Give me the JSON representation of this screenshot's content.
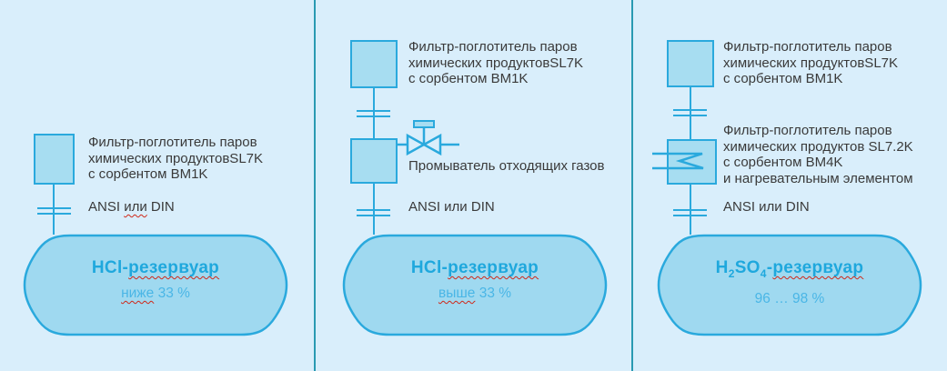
{
  "colors": {
    "background": "#d9eefb",
    "shape_outline": "#2aa9dd",
    "shape_fill": "#a7ddf1",
    "tank_fill": "#9fd9f0",
    "divider": "#2a9ab2",
    "label_text": "#3a3a3a",
    "tank_title_text": "#1fa8dd",
    "tank_subtitle_text": "#4ab6e6",
    "spellcheck_underline": "#d02718"
  },
  "panels": [
    {
      "filter_top_label": [
        "Фильтр-поглотитель паров",
        "химических продуктовSL7K",
        "с сорбентом BM1K"
      ],
      "flange_label": [
        {
          "t": "ANSI "
        },
        {
          "t": "или",
          "wavy": true
        },
        {
          "t": " DIN"
        }
      ],
      "tank": {
        "title": [
          {
            "t": "HCl-"
          },
          {
            "t": "резервуар",
            "wavy": true
          }
        ],
        "subtitle": [
          {
            "t": "ниже",
            "wavy": true
          },
          {
            "t": " 33 %"
          }
        ]
      }
    },
    {
      "filter_top_label": [
        "Фильтр-поглотитель паров",
        "химических продуктовSL7K",
        "с сорбентом BM1K"
      ],
      "scrubber_label": "Промыватель отходящих газов",
      "flange_label": [
        {
          "t": "ANSI или DIN"
        }
      ],
      "tank": {
        "title": [
          {
            "t": "HCl-"
          },
          {
            "t": "резервуар",
            "wavy": true
          }
        ],
        "subtitle": [
          {
            "t": "выше",
            "wavy": true
          },
          {
            "t": " 33 %"
          }
        ]
      }
    },
    {
      "filter_top_label": [
        "Фильтр-поглотитель паров",
        "химических продуктовSL7K",
        "с сорбентом BM1K"
      ],
      "filter_heated_label": [
        "Фильтр-поглотитель паров",
        "химических продуктов SL7.2K",
        "с сорбентом BM4K",
        "и нагревательным элементом"
      ],
      "flange_label": [
        {
          "t": "ANSI или DIN"
        }
      ],
      "tank": {
        "title": [
          {
            "t": "H"
          },
          {
            "t": "2",
            "sub": true
          },
          {
            "t": "SO"
          },
          {
            "t": "4",
            "sub": true
          },
          {
            "t": "-"
          },
          {
            "t": "резервуар",
            "wavy": true
          }
        ],
        "subtitle": [
          {
            "t": "96 … 98 %"
          }
        ]
      }
    }
  ]
}
